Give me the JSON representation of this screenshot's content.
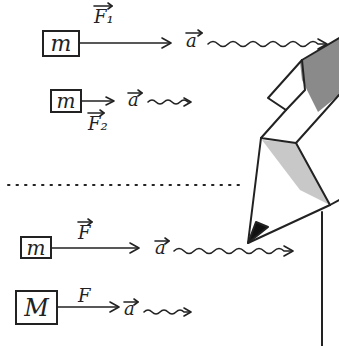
{
  "diagram": {
    "nodes": [
      {
        "text": [
          "m"
        ]
      },
      {
        "text": [
          "m"
        ]
      },
      {
        "text": [
          "m"
        ]
      },
      {
        "text": [
          "M"
        ]
      }
    ],
    "labels": [
      "F₁",
      "a",
      "F₂",
      "a",
      "F",
      "a",
      "F",
      "a"
    ]
  }
}
